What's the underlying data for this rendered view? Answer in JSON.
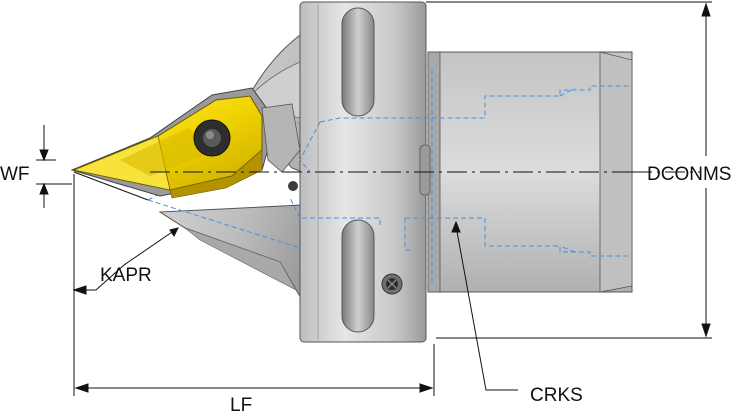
{
  "labels": {
    "wf": "WF",
    "dconms": "DCONMS",
    "kapr": "KAPR",
    "lf": "LF",
    "crks": "CRKS"
  },
  "colors": {
    "body_light": "#d9d9d9",
    "body_mid": "#b8b8b8",
    "body_dark": "#8a8a8a",
    "insert_yellow": "#f2d600",
    "insert_dark": "#b89a00",
    "hidden_lines": "#4a90d9",
    "dimension_lines": "#111111"
  }
}
